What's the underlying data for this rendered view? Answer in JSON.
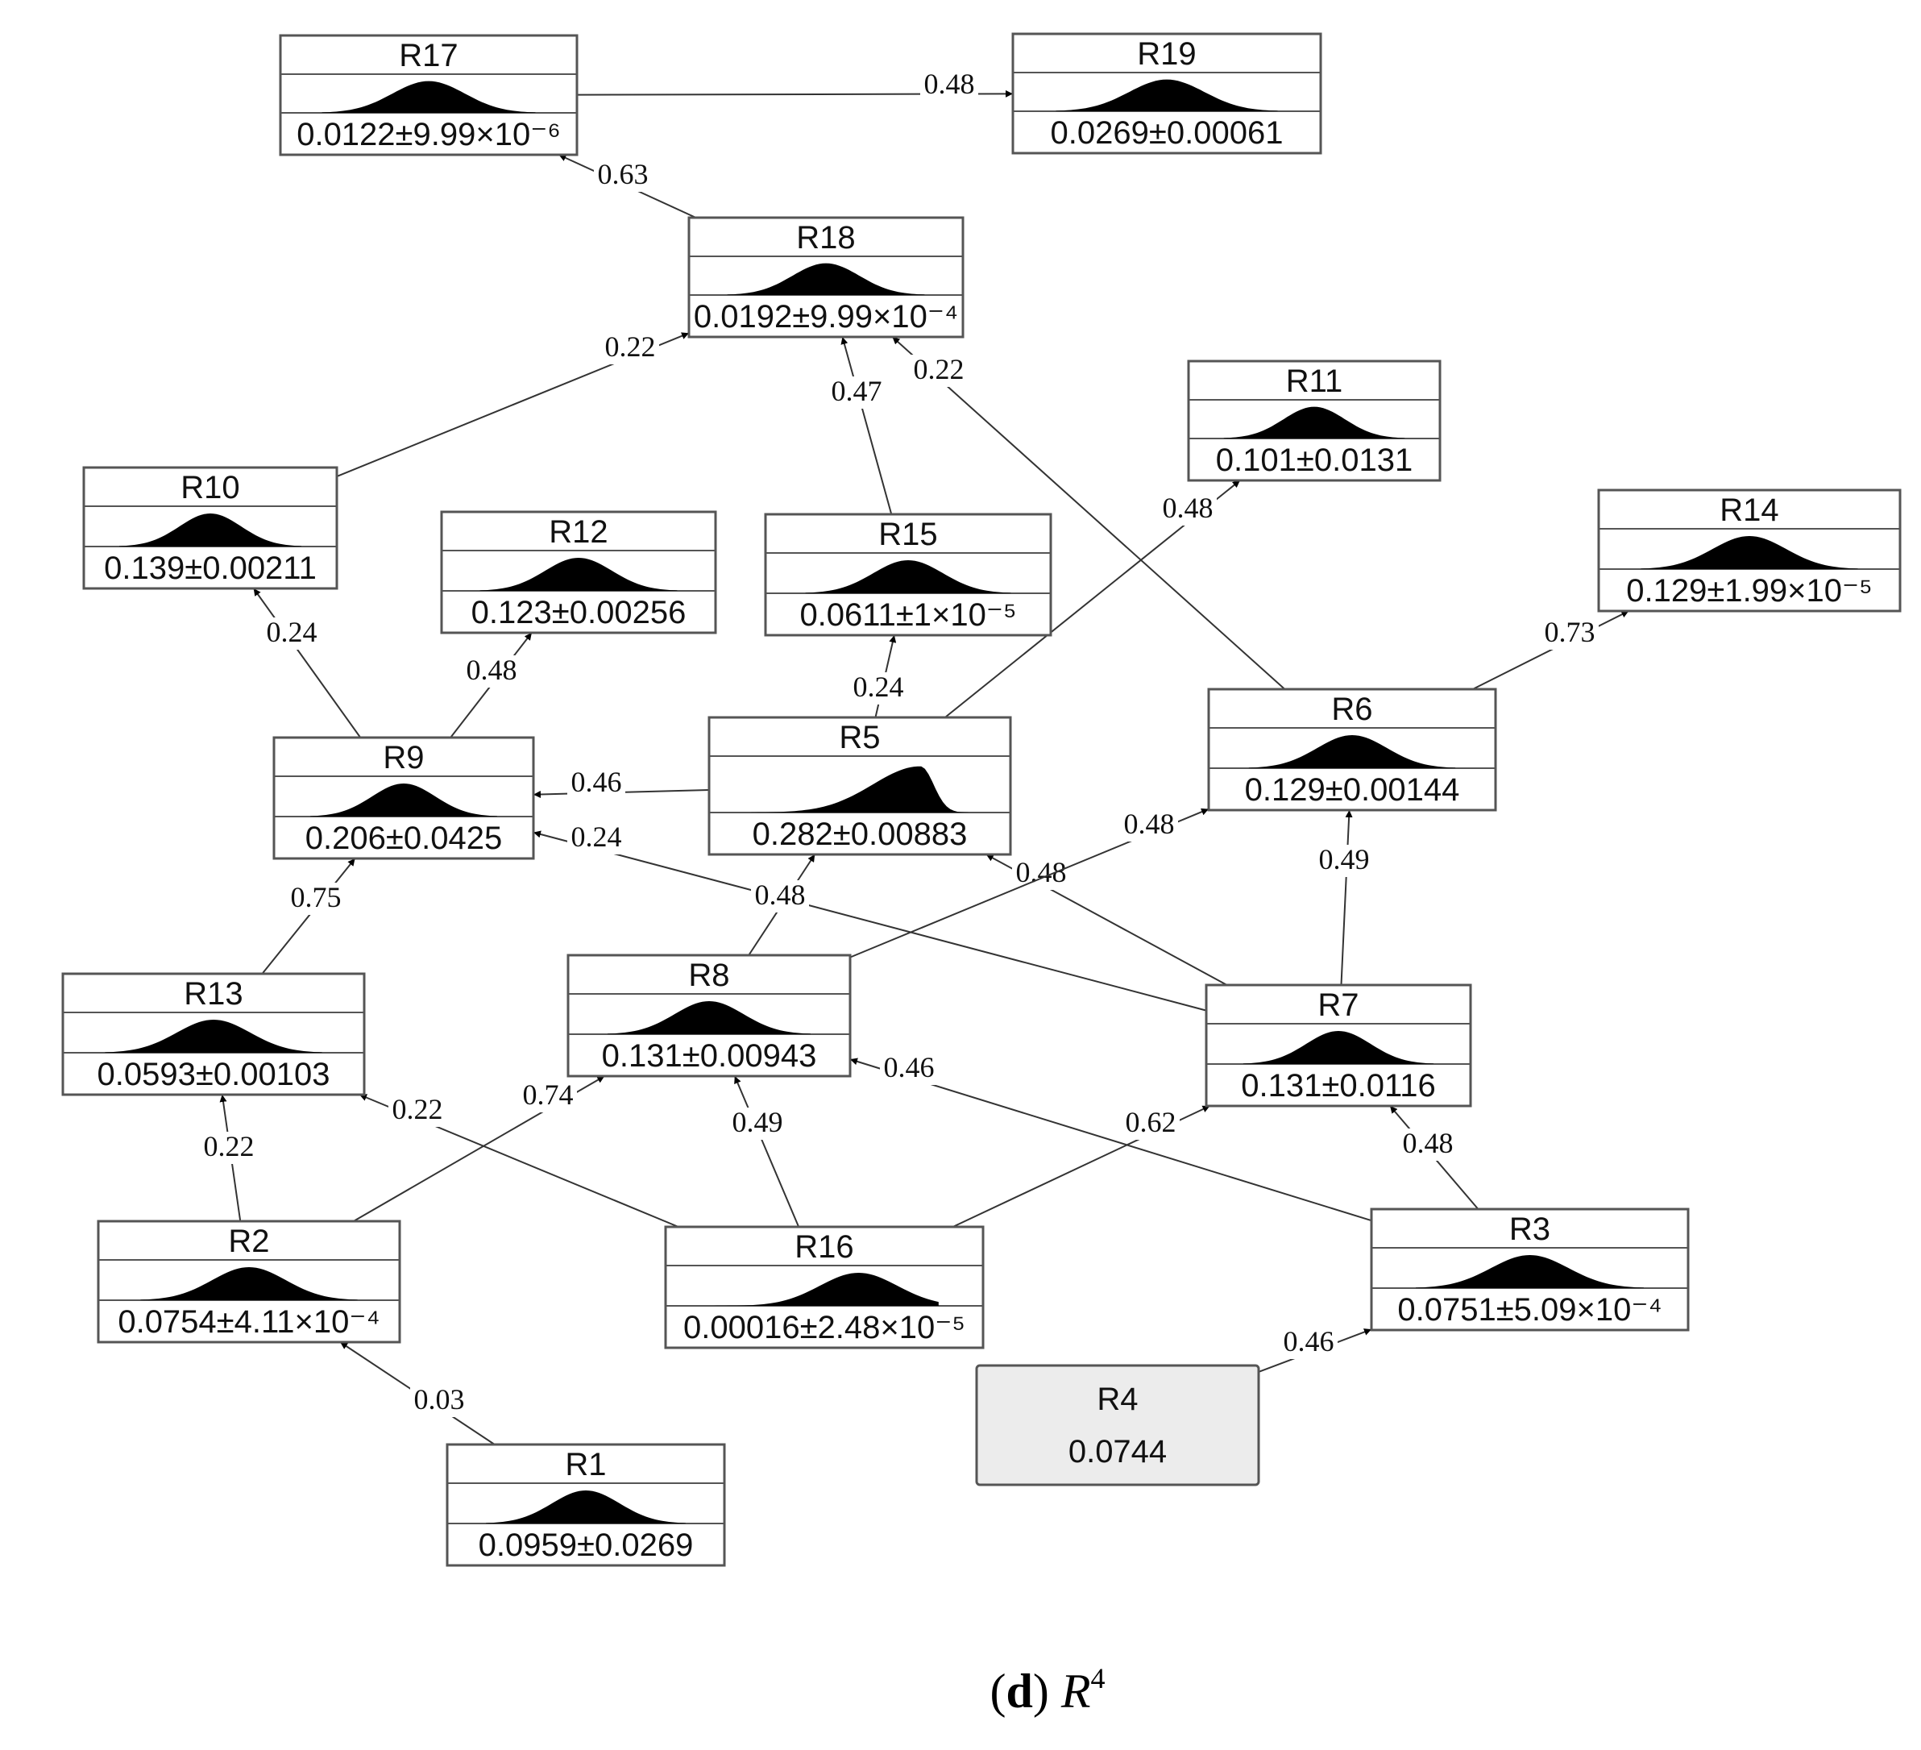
{
  "nodes": [
    {
      "id": "R17",
      "label": "R17",
      "value": "0.0122±9.99×10⁻⁶",
      "type": "dist"
    },
    {
      "id": "R19",
      "label": "R19",
      "value": "0.0269±0.00061",
      "type": "dist"
    },
    {
      "id": "R18",
      "label": "R18",
      "value": "0.0192±9.99×10⁻⁴",
      "type": "dist"
    },
    {
      "id": "R11",
      "label": "R11",
      "value": "0.101±0.0131",
      "type": "dist"
    },
    {
      "id": "R10",
      "label": "R10",
      "value": "0.139±0.00211",
      "type": "dist"
    },
    {
      "id": "R12",
      "label": "R12",
      "value": "0.123±0.00256",
      "type": "dist"
    },
    {
      "id": "R15",
      "label": "R15",
      "value": "0.0611±1×10⁻⁵",
      "type": "dist"
    },
    {
      "id": "R14",
      "label": "R14",
      "value": "0.129±1.99×10⁻⁵",
      "type": "dist"
    },
    {
      "id": "R9",
      "label": "R9",
      "value": "0.206±0.0425",
      "type": "dist"
    },
    {
      "id": "R5",
      "label": "R5",
      "value": "0.282±0.00883",
      "type": "dist",
      "shape": "skew"
    },
    {
      "id": "R6",
      "label": "R6",
      "value": "0.129±0.00144",
      "type": "dist"
    },
    {
      "id": "R13",
      "label": "R13",
      "value": "0.0593±0.00103",
      "type": "dist"
    },
    {
      "id": "R8",
      "label": "R8",
      "value": "0.131±0.00943",
      "type": "dist"
    },
    {
      "id": "R7",
      "label": "R7",
      "value": "0.131±0.0116",
      "type": "dist"
    },
    {
      "id": "R2",
      "label": "R2",
      "value": "0.0754±4.11×10⁻⁴",
      "type": "dist"
    },
    {
      "id": "R16",
      "label": "R16",
      "value": "0.00016±2.48×10⁻⁵",
      "type": "dist",
      "shape": "right"
    },
    {
      "id": "R3",
      "label": "R3",
      "value": "0.0751±5.09×10⁻⁴",
      "type": "dist"
    },
    {
      "id": "R4",
      "label": "R4",
      "value": "0.0744",
      "type": "constant"
    },
    {
      "id": "R1",
      "label": "R1",
      "value": "0.0959±0.0269",
      "type": "dist"
    }
  ],
  "edges": [
    {
      "from": "R17",
      "to": "R19",
      "label": "0.48"
    },
    {
      "from": "R18",
      "to": "R17",
      "label": "0.63"
    },
    {
      "from": "R10",
      "to": "R18",
      "label": "0.22"
    },
    {
      "from": "R15",
      "to": "R18",
      "label": "0.47"
    },
    {
      "from": "R6",
      "to": "R18",
      "label": "0.22"
    },
    {
      "from": "R5",
      "to": "R11",
      "label": "0.48"
    },
    {
      "from": "R6",
      "to": "R14",
      "label": "0.73"
    },
    {
      "from": "R9",
      "to": "R10",
      "label": "0.24"
    },
    {
      "from": "R9",
      "to": "R12",
      "label": "0.48"
    },
    {
      "from": "R5",
      "to": "R15",
      "label": "0.24"
    },
    {
      "from": "R5",
      "to": "R9",
      "label": "0.46"
    },
    {
      "from": "R7",
      "to": "R9",
      "label": "0.24"
    },
    {
      "from": "R13",
      "to": "R9",
      "label": "0.75"
    },
    {
      "from": "R8",
      "to": "R5",
      "label": "0.48"
    },
    {
      "from": "R7",
      "to": "R5",
      "label": "0.48"
    },
    {
      "from": "R8",
      "to": "R6",
      "label": "0.48"
    },
    {
      "from": "R7",
      "to": "R6",
      "label": "0.49"
    },
    {
      "from": "R2",
      "to": "R13",
      "label": "0.22"
    },
    {
      "from": "R16",
      "to": "R13",
      "label": "0.22"
    },
    {
      "from": "R2",
      "to": "R8",
      "label": "0.74"
    },
    {
      "from": "R16",
      "to": "R8",
      "label": "0.49"
    },
    {
      "from": "R3",
      "to": "R8",
      "label": "0.46"
    },
    {
      "from": "R16",
      "to": "R7",
      "label": "0.62"
    },
    {
      "from": "R3",
      "to": "R7",
      "label": "0.48"
    },
    {
      "from": "R4",
      "to": "R3",
      "label": "0.46"
    },
    {
      "from": "R1",
      "to": "R2",
      "label": "0.03"
    }
  ],
  "caption": {
    "letter": "d",
    "symbol": "R",
    "superscript": "4"
  },
  "colors": {
    "stroke": "#555555",
    "fill": "#000000",
    "constant_fill": "#ececec"
  }
}
